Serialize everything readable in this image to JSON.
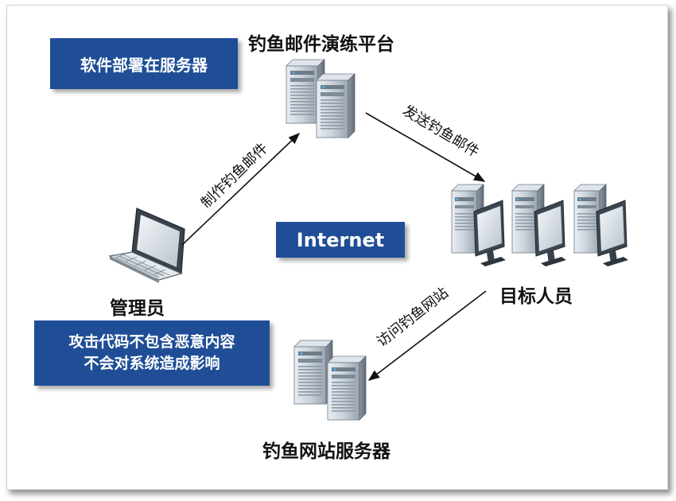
{
  "nodes": {
    "platform": {
      "title": "钓鱼邮件演练平台"
    },
    "admin": {
      "title": "管理员"
    },
    "targets": {
      "title": "目标人员"
    },
    "phish_server": {
      "title": "钓鱼网站服务器"
    }
  },
  "notes": {
    "deploy": "软件部署在服务器",
    "internet": "Internet",
    "safety": [
      "攻击代码不包含恶意内容",
      "不会对系统造成影响"
    ]
  },
  "edges": {
    "make_mail": "制作钓鱼邮件",
    "send_mail": "发送钓鱼邮件",
    "visit_site": "访问钓鱼网站"
  },
  "colors": {
    "box_fill": "#1f4e96",
    "box_text": "#ffffff",
    "arrow": "#111111"
  },
  "icons": [
    "server-icon",
    "laptop-icon",
    "desktop-computer-icon"
  ]
}
